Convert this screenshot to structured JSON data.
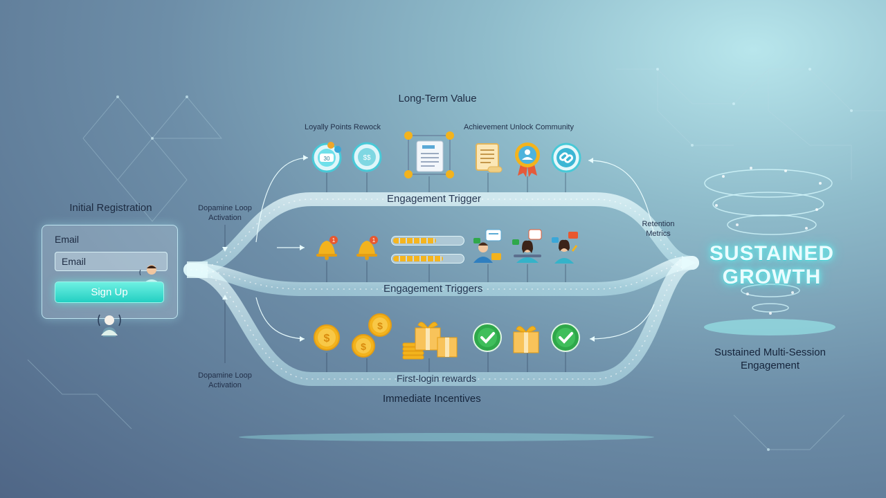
{
  "registration": {
    "title": "Initial Registration",
    "email_label": "Email",
    "email_placeholder": "Email",
    "signup_label": "Sign Up"
  },
  "top_band": {
    "header": "Long-Term Value",
    "left_caption": "Loyally Points Rewock",
    "right_caption": "Achievement Unlock Community",
    "band_label": "Engagement Trigger",
    "icons": [
      "points-token-icon",
      "points-token-icon",
      "document-icon",
      "scroll-icon",
      "achievement-medal-icon",
      "community-link-icon"
    ],
    "badges": [
      "30",
      "$$"
    ]
  },
  "middle_band": {
    "band_label": "Engagement Triggers",
    "icons": [
      "bell-icon",
      "bell-icon",
      "progress-bar",
      "chat-user-icon",
      "chat-user-icon",
      "chat-user-icon"
    ],
    "notification_badges": [
      "1",
      "1"
    ],
    "progress_levels": [
      0.62,
      0.72
    ]
  },
  "bottom_band": {
    "band_label": "First-login rewards",
    "footer": "Immediate Incentives",
    "icons": [
      "coin-icon",
      "coin-stack-icon",
      "gift-icon",
      "checkmark-icon",
      "gift-icon",
      "checkmark-icon"
    ],
    "coin_symbol": "$"
  },
  "side_labels": {
    "dopamine_top": [
      "Dopamine Loop",
      "Activation"
    ],
    "dopamine_bottom": [
      "Dopamine Loop",
      "Activation"
    ],
    "retention": [
      "Retention",
      "Metrics"
    ]
  },
  "outcome": {
    "headline": [
      "SUSTAINED",
      "GROWTH"
    ],
    "caption": [
      "Sustained Multi-Session",
      "Engagement"
    ]
  },
  "colors": {
    "accent": "#2fd6c8",
    "glow": "#c9f6fb",
    "coin": "#f5b51f",
    "check": "#2fa84a",
    "bell": "#f3b31d"
  }
}
